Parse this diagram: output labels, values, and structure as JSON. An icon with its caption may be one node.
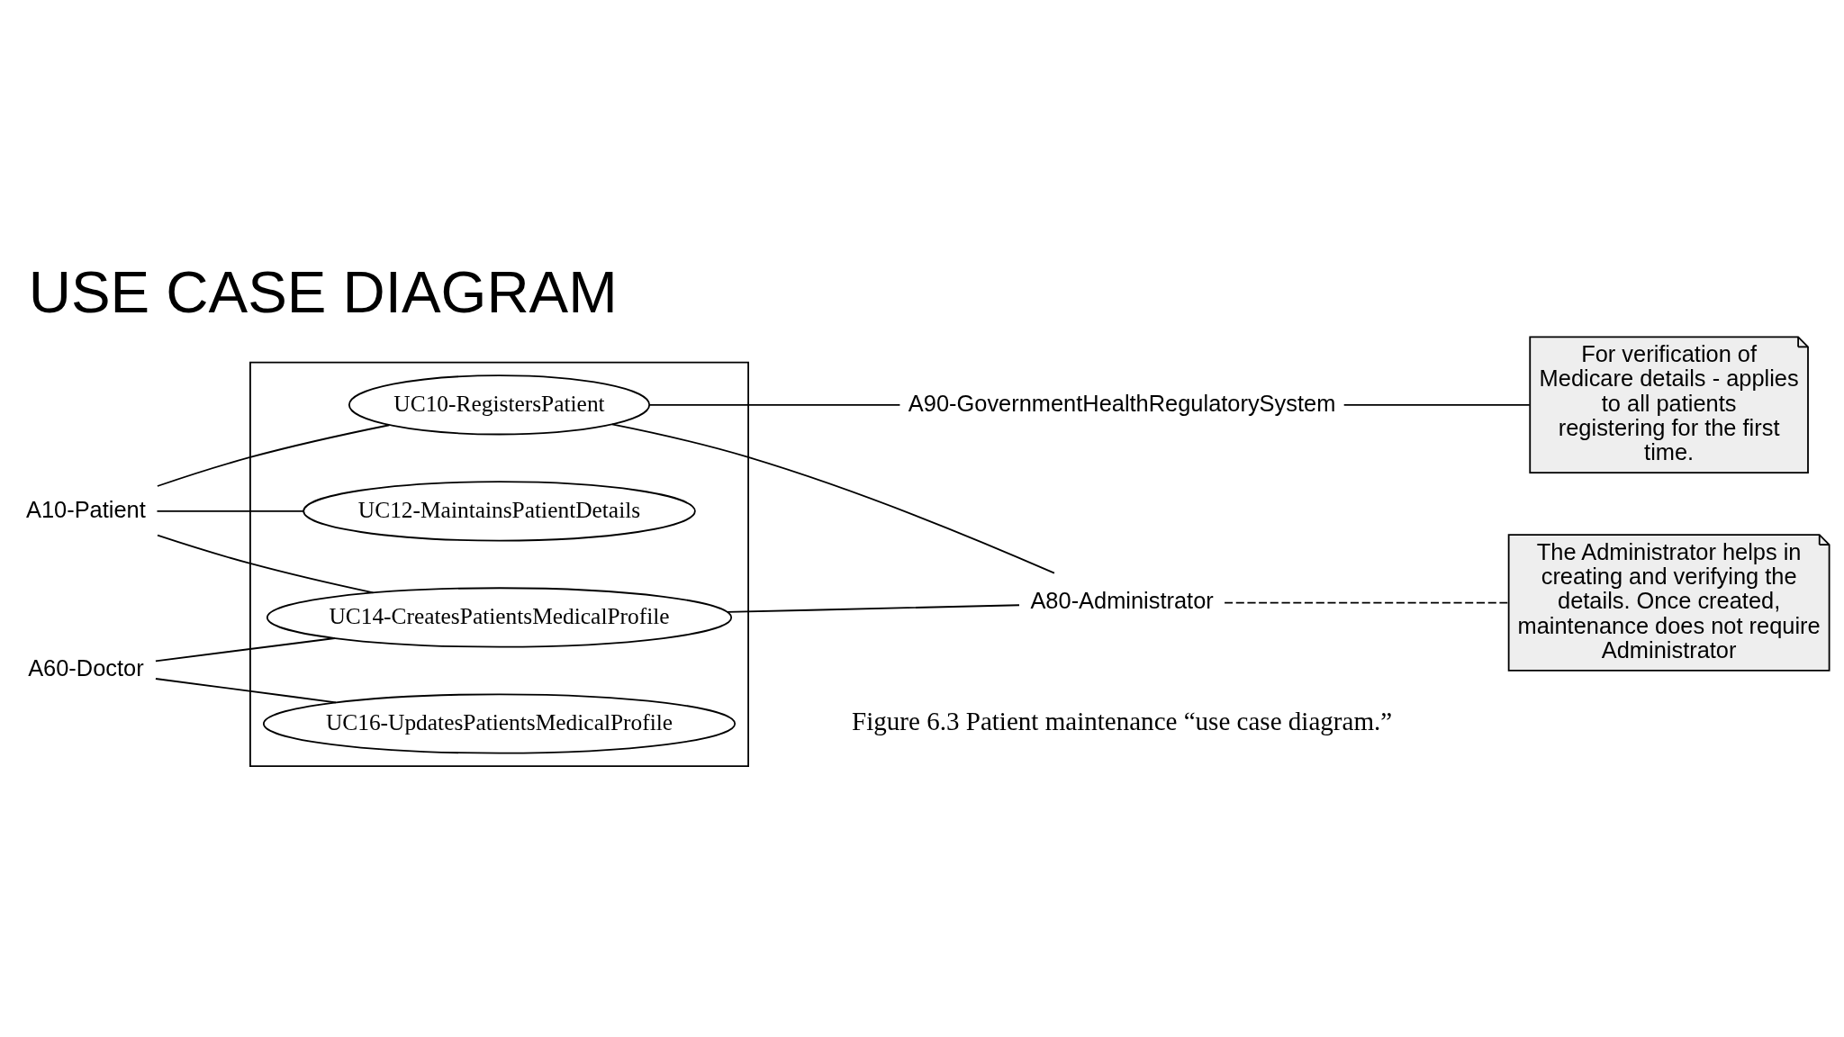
{
  "diagram": {
    "title": "USE CASE DIAGRAM",
    "caption": "Figure 6.3 Patient maintenance “use case diagram.”",
    "nodes": [
      {
        "text": [],
        "shape": "box"
      },
      {
        "text": [
          "A10-Patient"
        ]
      },
      {
        "text": [
          "UC10-RegistersPatient"
        ],
        "in": 0
      },
      {
        "text": [
          "UC12-MaintainsPatientDetails"
        ],
        "in": 0
      },
      {
        "text": [
          "UC14-CreatesPatientsMedicalProfile"
        ],
        "in": 0
      },
      {
        "text": [
          "UC16-UpdatesPatientsMedicalProfile"
        ],
        "in": 0
      },
      {
        "text": [
          "A60-Doctor"
        ]
      },
      {
        "text": [
          "A90-GovernmentHealthRegulatorySystem"
        ]
      },
      {
        "text": [
          "For verification of Medicare details - applies to all patients registering for the first time."
        ]
      },
      {
        "text": [
          "A80-Administrator"
        ]
      },
      {
        "text": [
          "The Administrator helps in creating and verifying the details. Once created, maintenance does not require Administrator"
        ]
      }
    ],
    "edges": [
      {
        "from": 1,
        "to": 2,
        "arrow": "none"
      },
      {
        "from": 1,
        "to": 3,
        "arrow": "none"
      },
      {
        "from": 1,
        "to": 4,
        "arrow": "none"
      },
      {
        "from": 6,
        "to": 4,
        "arrow": "none"
      },
      {
        "from": 6,
        "to": 5,
        "arrow": "none"
      },
      {
        "from": 2,
        "to": 7,
        "arrow": "none"
      },
      {
        "from": 2,
        "to": 9,
        "arrow": "none"
      },
      {
        "from": 4,
        "to": 9,
        "arrow": "none"
      },
      {
        "from": 7,
        "to": 8,
        "arrow": "none"
      },
      {
        "from": 9,
        "to": 10,
        "arrow": "none",
        "style": "dashed"
      }
    ]
  }
}
